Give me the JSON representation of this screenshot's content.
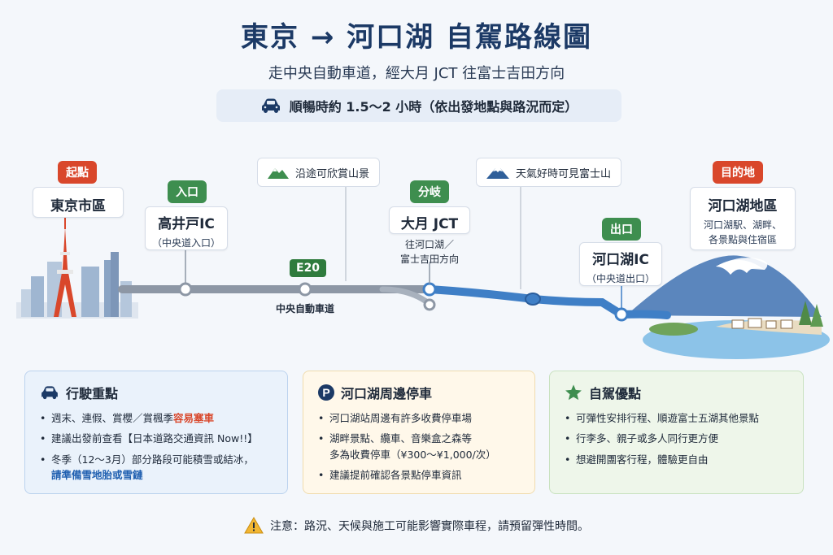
{
  "header": {
    "title": "東京 → 河口湖 自駕路線圖",
    "subtitle": "走中央自動車道，經大月 JCT 往富士吉田方向",
    "duration": "順暢時約 1.5～2 小時（依出發地點與路況而定）"
  },
  "route": {
    "start": {
      "tag": "起點",
      "name": "東京市區"
    },
    "takaido": {
      "tag": "入口",
      "name": "高井戸IC",
      "sub": "（中央道入口）"
    },
    "mountain_note": "沿途可欣賞山景",
    "highway": {
      "badge": "E20",
      "label": "中央自動車道"
    },
    "otsuki": {
      "tag": "分岐",
      "name": "大月 JCT",
      "sub1": "往河口湖／",
      "sub2": "富士吉田方向"
    },
    "fuji_note": "天氣好時可見富士山",
    "kawaguchiko_ic": {
      "tag": "出口",
      "name": "河口湖IC",
      "sub": "（中央道出口）"
    },
    "destination": {
      "tag": "目的地",
      "name": "河口湖地區",
      "sub1": "河口湖駅、湖畔、",
      "sub2": "各景點與住宿區"
    }
  },
  "panels": {
    "driving": {
      "title": "行駛重點",
      "item1_a": "週末、連假、賞櫻／賞楓季",
      "item1_b": "容易塞車",
      "item2": "建議出發前查看【日本道路交通資訊 Now!!】",
      "item3_a": "冬季（12～3月）部分路段可能積雪或結冰，",
      "item3_b": "請準備雪地胎或雪鏈"
    },
    "parking": {
      "title": "河口湖周邊停車",
      "item1": "河口湖站周邊有許多收費停車場",
      "item2_a": "湖畔景點、纜車、音樂盒之森等",
      "item2_b": "多為收費停車（¥300～¥1,000/次）",
      "item3": "建議提前確認各景點停車資訊"
    },
    "advantages": {
      "title": "自駕優點",
      "item1": "可彈性安排行程、順遊富士五湖其他景點",
      "item2": "行李多、親子或多人同行更方便",
      "item3": "想避開團客行程，體驗更自由"
    }
  },
  "footer": {
    "note": "注意：路況、天候與施工可能影響實際車程，請預留彈性時間。"
  },
  "colors": {
    "title": "#1c3a66",
    "red_tag": "#d9472b",
    "green_tag": "#3e8e4f",
    "road_gray": "#8d97a5",
    "road_blue": "#3f7fc6",
    "alert_blue": "#1f5fb0"
  },
  "icons": {
    "car": "car-icon",
    "parking": "parking-icon",
    "star": "star-icon",
    "mountain": "mountain-icon",
    "fuji": "fuji-icon",
    "warning": "warning-icon"
  }
}
